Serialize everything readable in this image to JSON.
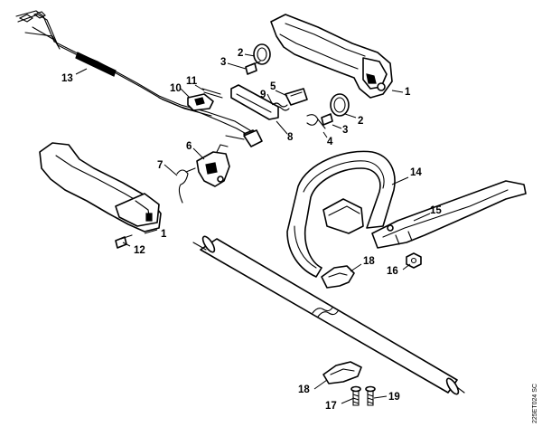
{
  "callouts": [
    {
      "label": "1"
    },
    {
      "label": "2"
    },
    {
      "label": "3"
    },
    {
      "label": "1"
    },
    {
      "label": "2"
    },
    {
      "label": "3"
    },
    {
      "label": "4"
    },
    {
      "label": "5"
    },
    {
      "label": "6"
    },
    {
      "label": "7"
    },
    {
      "label": "8"
    },
    {
      "label": "9"
    },
    {
      "label": "10"
    },
    {
      "label": "11"
    },
    {
      "label": "12"
    },
    {
      "label": "13"
    },
    {
      "label": "14"
    },
    {
      "label": "15"
    },
    {
      "label": "16"
    },
    {
      "label": "17"
    },
    {
      "label": "18"
    },
    {
      "label": "18"
    },
    {
      "label": "19"
    }
  ],
  "drawing_code": "225ET024 SC"
}
